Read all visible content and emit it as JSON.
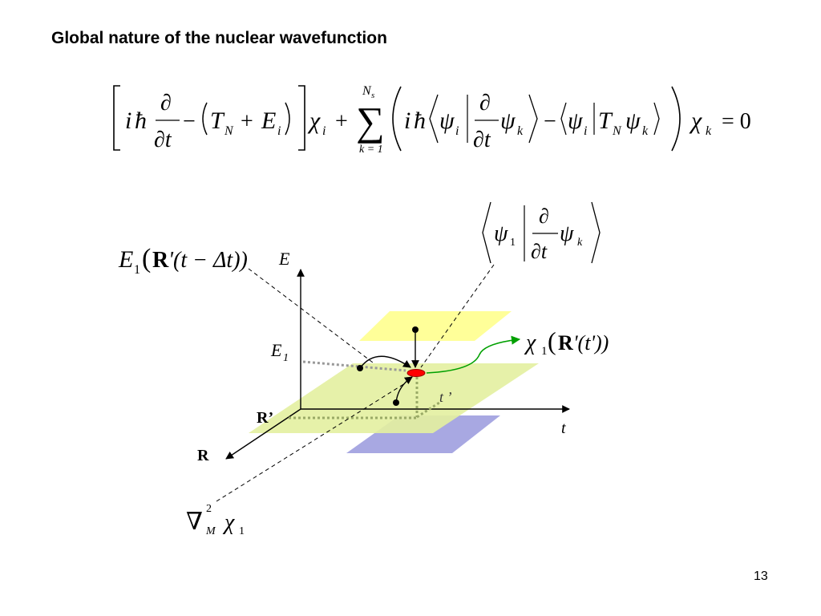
{
  "slide": {
    "title": "Global nature of the nuclear wavefunction",
    "page_number": "13"
  },
  "equation": {
    "i": "i",
    "hbar": "ħ",
    "partial": "∂",
    "partial_t": "∂t",
    "minus": "−",
    "T": "T",
    "N": "N",
    "plus": "+",
    "E": "E",
    "sub_i": "i",
    "chi": "χ",
    "sigma": "∑",
    "N_s_N": "N",
    "N_s_s": "s",
    "k_eq_1": "k = 1",
    "psi": "ψ",
    "sub_k": "k",
    "equals_zero": "= 0"
  },
  "diagram": {
    "label_E1_R_time": "E",
    "label_E1_sub": "1",
    "label_E1_paren": "(",
    "label_R_bold": "R",
    "label_prime_paren": "'(t − Δt))",
    "axis_E": "E",
    "axis_t": "t",
    "axis_R": "R",
    "label_R_prime": "R’",
    "label_E1_axis": "E",
    "label_E1_axis_sub": "1",
    "label_t_prime": "t ’",
    "coupling_psi": "ψ",
    "coupling_sub1": "1",
    "coupling_partial": "∂",
    "coupling_partial_t": "∂t",
    "coupling_psi_k": "ψ",
    "coupling_sub_k": "k",
    "chi1_label_chi": "χ",
    "chi1_label_sub": "1",
    "chi1_label_paren_open": "(",
    "chi1_label_R": "R",
    "chi1_label_rest": "'(t'))",
    "nabla": "∇",
    "nabla_sup": "2",
    "nabla_sub": "M",
    "nabla_chi": "χ",
    "nabla_chi_sub": "1"
  },
  "colors": {
    "yellow_plane": "#ffff99",
    "green_plane": "#e3f0a0",
    "blue_plane": "#9999dd",
    "red_point": "#ff0000",
    "green_arrow": "#00a000",
    "dotted": "#999999"
  }
}
